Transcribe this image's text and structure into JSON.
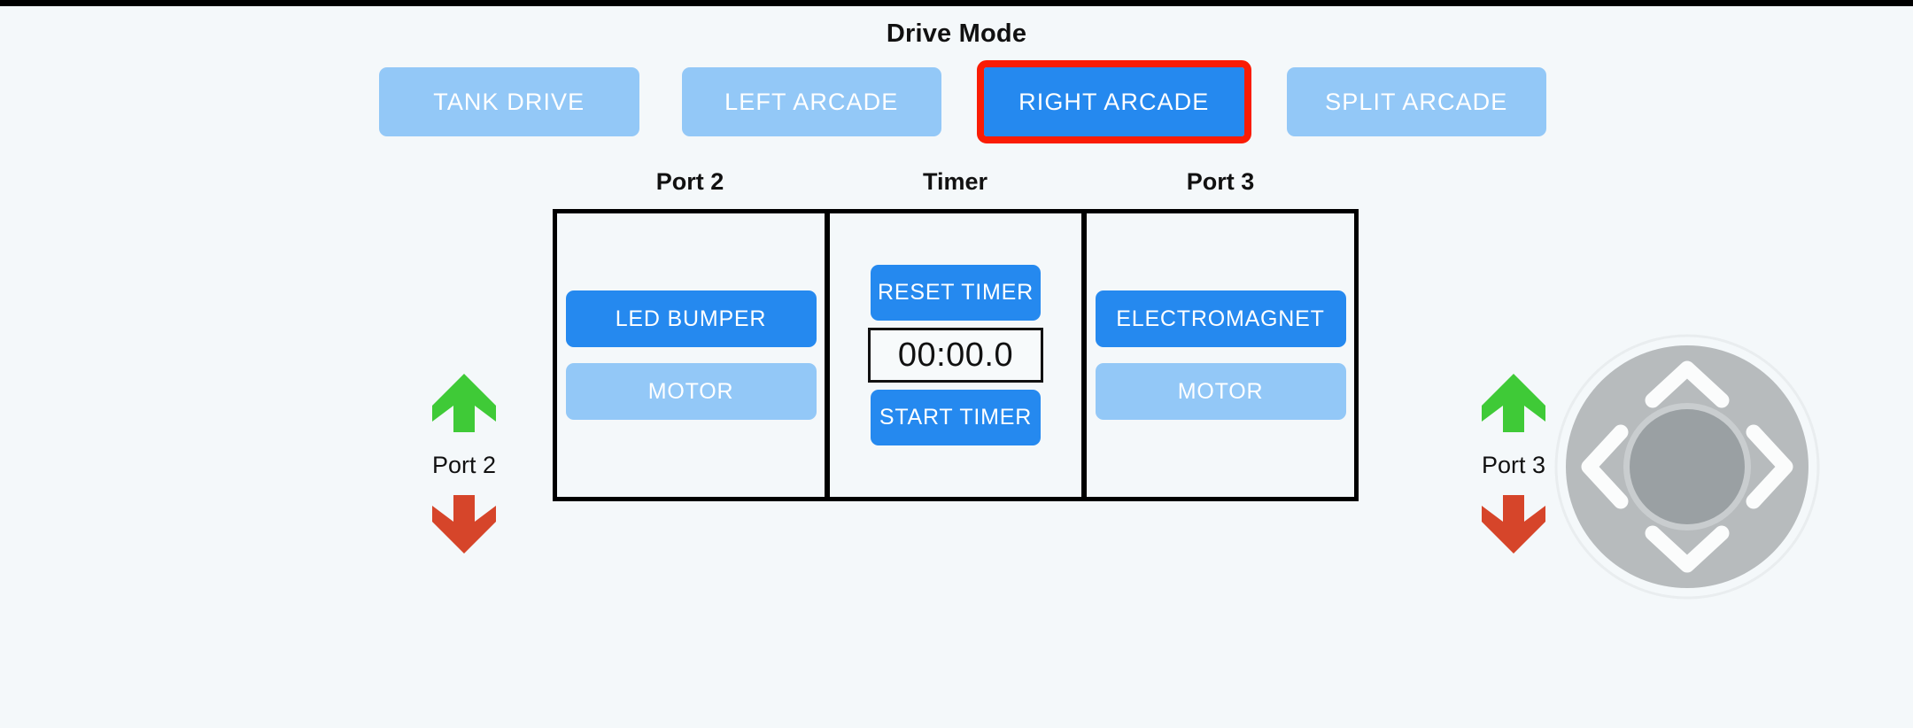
{
  "header": {
    "title": "Drive Mode",
    "modes": [
      {
        "label": "TANK DRIVE",
        "selected": false
      },
      {
        "label": "LEFT ARCADE",
        "selected": false
      },
      {
        "label": "RIGHT ARCADE",
        "selected": true
      },
      {
        "label": "SPLIT ARCADE",
        "selected": false
      }
    ],
    "selected_mode": "RIGHT ARCADE",
    "selection_highlight_color": "#fa1c05"
  },
  "panels": {
    "port2": {
      "heading": "Port 2",
      "buttons": [
        {
          "label": "LED BUMPER",
          "state": "active"
        },
        {
          "label": "MOTOR",
          "state": "inactive"
        }
      ]
    },
    "timer": {
      "heading": "Timer",
      "reset_label": "RESET TIMER",
      "display": "00:00.0",
      "start_label": "START TIMER"
    },
    "port3": {
      "heading": "Port 3",
      "buttons": [
        {
          "label": "ELECTROMAGNET",
          "state": "active"
        },
        {
          "label": "MOTOR",
          "state": "inactive"
        }
      ]
    }
  },
  "port_controls": [
    {
      "label": "Port 2",
      "up_icon": "arrow-up-icon",
      "down_icon": "arrow-down-icon"
    },
    {
      "label": "Port 3",
      "up_icon": "arrow-up-icon",
      "down_icon": "arrow-down-icon"
    }
  ],
  "dpad": {
    "name": "direction-pad",
    "directions": [
      "up",
      "left",
      "right",
      "down"
    ]
  },
  "colors": {
    "background": "#f4f8fa",
    "accent_active": "#2589ef",
    "accent_inactive": "#93c8f7",
    "highlight": "#fa1c05",
    "arrow_up": "#3fca37",
    "arrow_down": "#d6452a",
    "dpad_body": "#b7bbbd",
    "dpad_knob": "#9aa0a3"
  }
}
